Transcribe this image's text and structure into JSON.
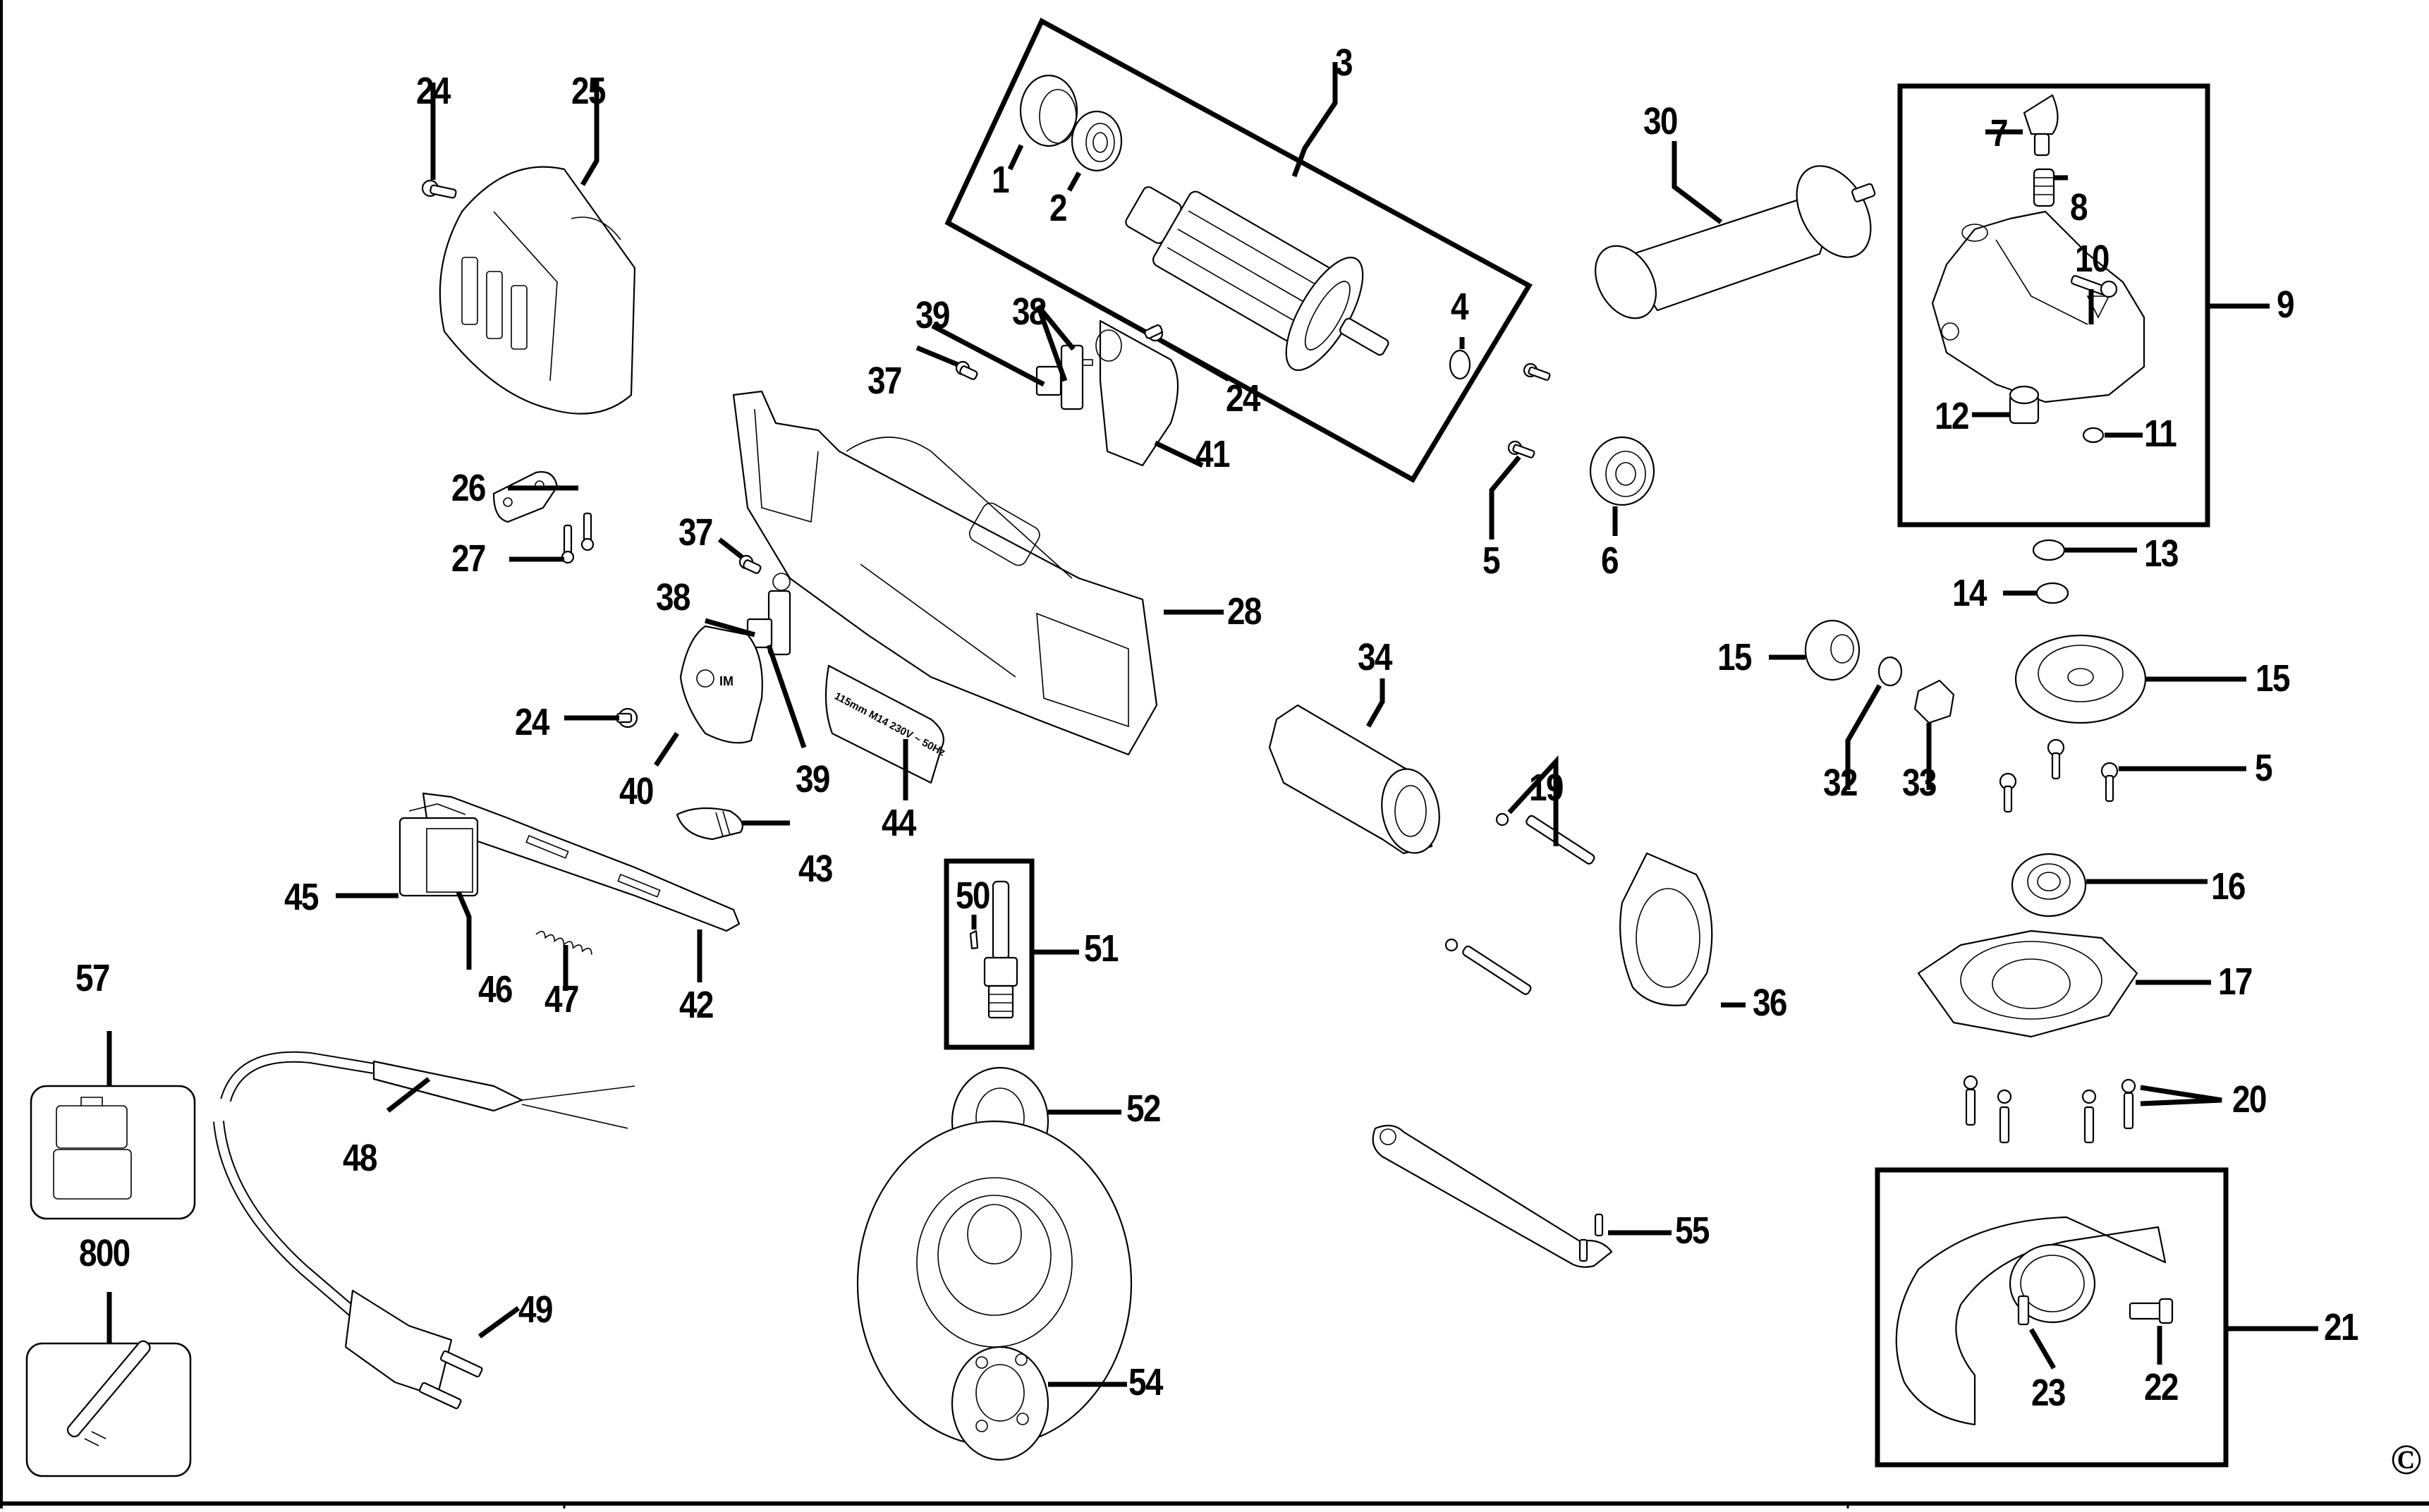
{
  "diagram": {
    "title": "Angle grinder exploded parts diagram",
    "copyright_symbol": "©",
    "nameplate_text": "115mm M14 230V ~ 50Hz",
    "groups": [
      {
        "id": "3",
        "members": [
          "1",
          "2",
          "4"
        ],
        "description": "armature assembly"
      },
      {
        "id": "9",
        "members": [
          "7",
          "8",
          "10",
          "11",
          "12"
        ],
        "description": "gear case assembly"
      },
      {
        "id": "21",
        "members": [
          "22",
          "23"
        ],
        "description": "guard assembly"
      },
      {
        "id": "51",
        "members": [
          "50"
        ],
        "description": "spindle assembly"
      }
    ],
    "labels": [
      {
        "key": "l1",
        "text": "1"
      },
      {
        "key": "l2",
        "text": "2"
      },
      {
        "key": "l3",
        "text": "3"
      },
      {
        "key": "l4",
        "text": "4"
      },
      {
        "key": "l5a",
        "text": "5"
      },
      {
        "key": "l5b",
        "text": "5"
      },
      {
        "key": "l6",
        "text": "6"
      },
      {
        "key": "l7",
        "text": "7"
      },
      {
        "key": "l8",
        "text": "8"
      },
      {
        "key": "l9",
        "text": "9"
      },
      {
        "key": "l10",
        "text": "10"
      },
      {
        "key": "l11",
        "text": "11"
      },
      {
        "key": "l12",
        "text": "12"
      },
      {
        "key": "l13",
        "text": "13"
      },
      {
        "key": "l14",
        "text": "14"
      },
      {
        "key": "l15a",
        "text": "15"
      },
      {
        "key": "l15b",
        "text": "15"
      },
      {
        "key": "l16",
        "text": "16"
      },
      {
        "key": "l17",
        "text": "17"
      },
      {
        "key": "l19",
        "text": "19"
      },
      {
        "key": "l20",
        "text": "20"
      },
      {
        "key": "l21",
        "text": "21"
      },
      {
        "key": "l22",
        "text": "22"
      },
      {
        "key": "l23",
        "text": "23"
      },
      {
        "key": "l24a",
        "text": "24"
      },
      {
        "key": "l24b",
        "text": "24"
      },
      {
        "key": "l24c",
        "text": "24"
      },
      {
        "key": "l25",
        "text": "25"
      },
      {
        "key": "l26",
        "text": "26"
      },
      {
        "key": "l27",
        "text": "27"
      },
      {
        "key": "l28",
        "text": "28"
      },
      {
        "key": "l30",
        "text": "30"
      },
      {
        "key": "l32",
        "text": "32"
      },
      {
        "key": "l33",
        "text": "33"
      },
      {
        "key": "l34",
        "text": "34"
      },
      {
        "key": "l36",
        "text": "36"
      },
      {
        "key": "l37a",
        "text": "37"
      },
      {
        "key": "l37b",
        "text": "37"
      },
      {
        "key": "l38a",
        "text": "38"
      },
      {
        "key": "l38b",
        "text": "38"
      },
      {
        "key": "l39a",
        "text": "39"
      },
      {
        "key": "l39b",
        "text": "39"
      },
      {
        "key": "l40",
        "text": "40"
      },
      {
        "key": "l41",
        "text": "41"
      },
      {
        "key": "l42",
        "text": "42"
      },
      {
        "key": "l43",
        "text": "43"
      },
      {
        "key": "l44",
        "text": "44"
      },
      {
        "key": "l45",
        "text": "45"
      },
      {
        "key": "l46",
        "text": "46"
      },
      {
        "key": "l47",
        "text": "47"
      },
      {
        "key": "l48",
        "text": "48"
      },
      {
        "key": "l49",
        "text": "49"
      },
      {
        "key": "l50",
        "text": "50"
      },
      {
        "key": "l51",
        "text": "51"
      },
      {
        "key": "l52",
        "text": "52"
      },
      {
        "key": "l54",
        "text": "54"
      },
      {
        "key": "l55",
        "text": "55"
      },
      {
        "key": "l57",
        "text": "57"
      },
      {
        "key": "l800",
        "text": "800"
      }
    ]
  }
}
